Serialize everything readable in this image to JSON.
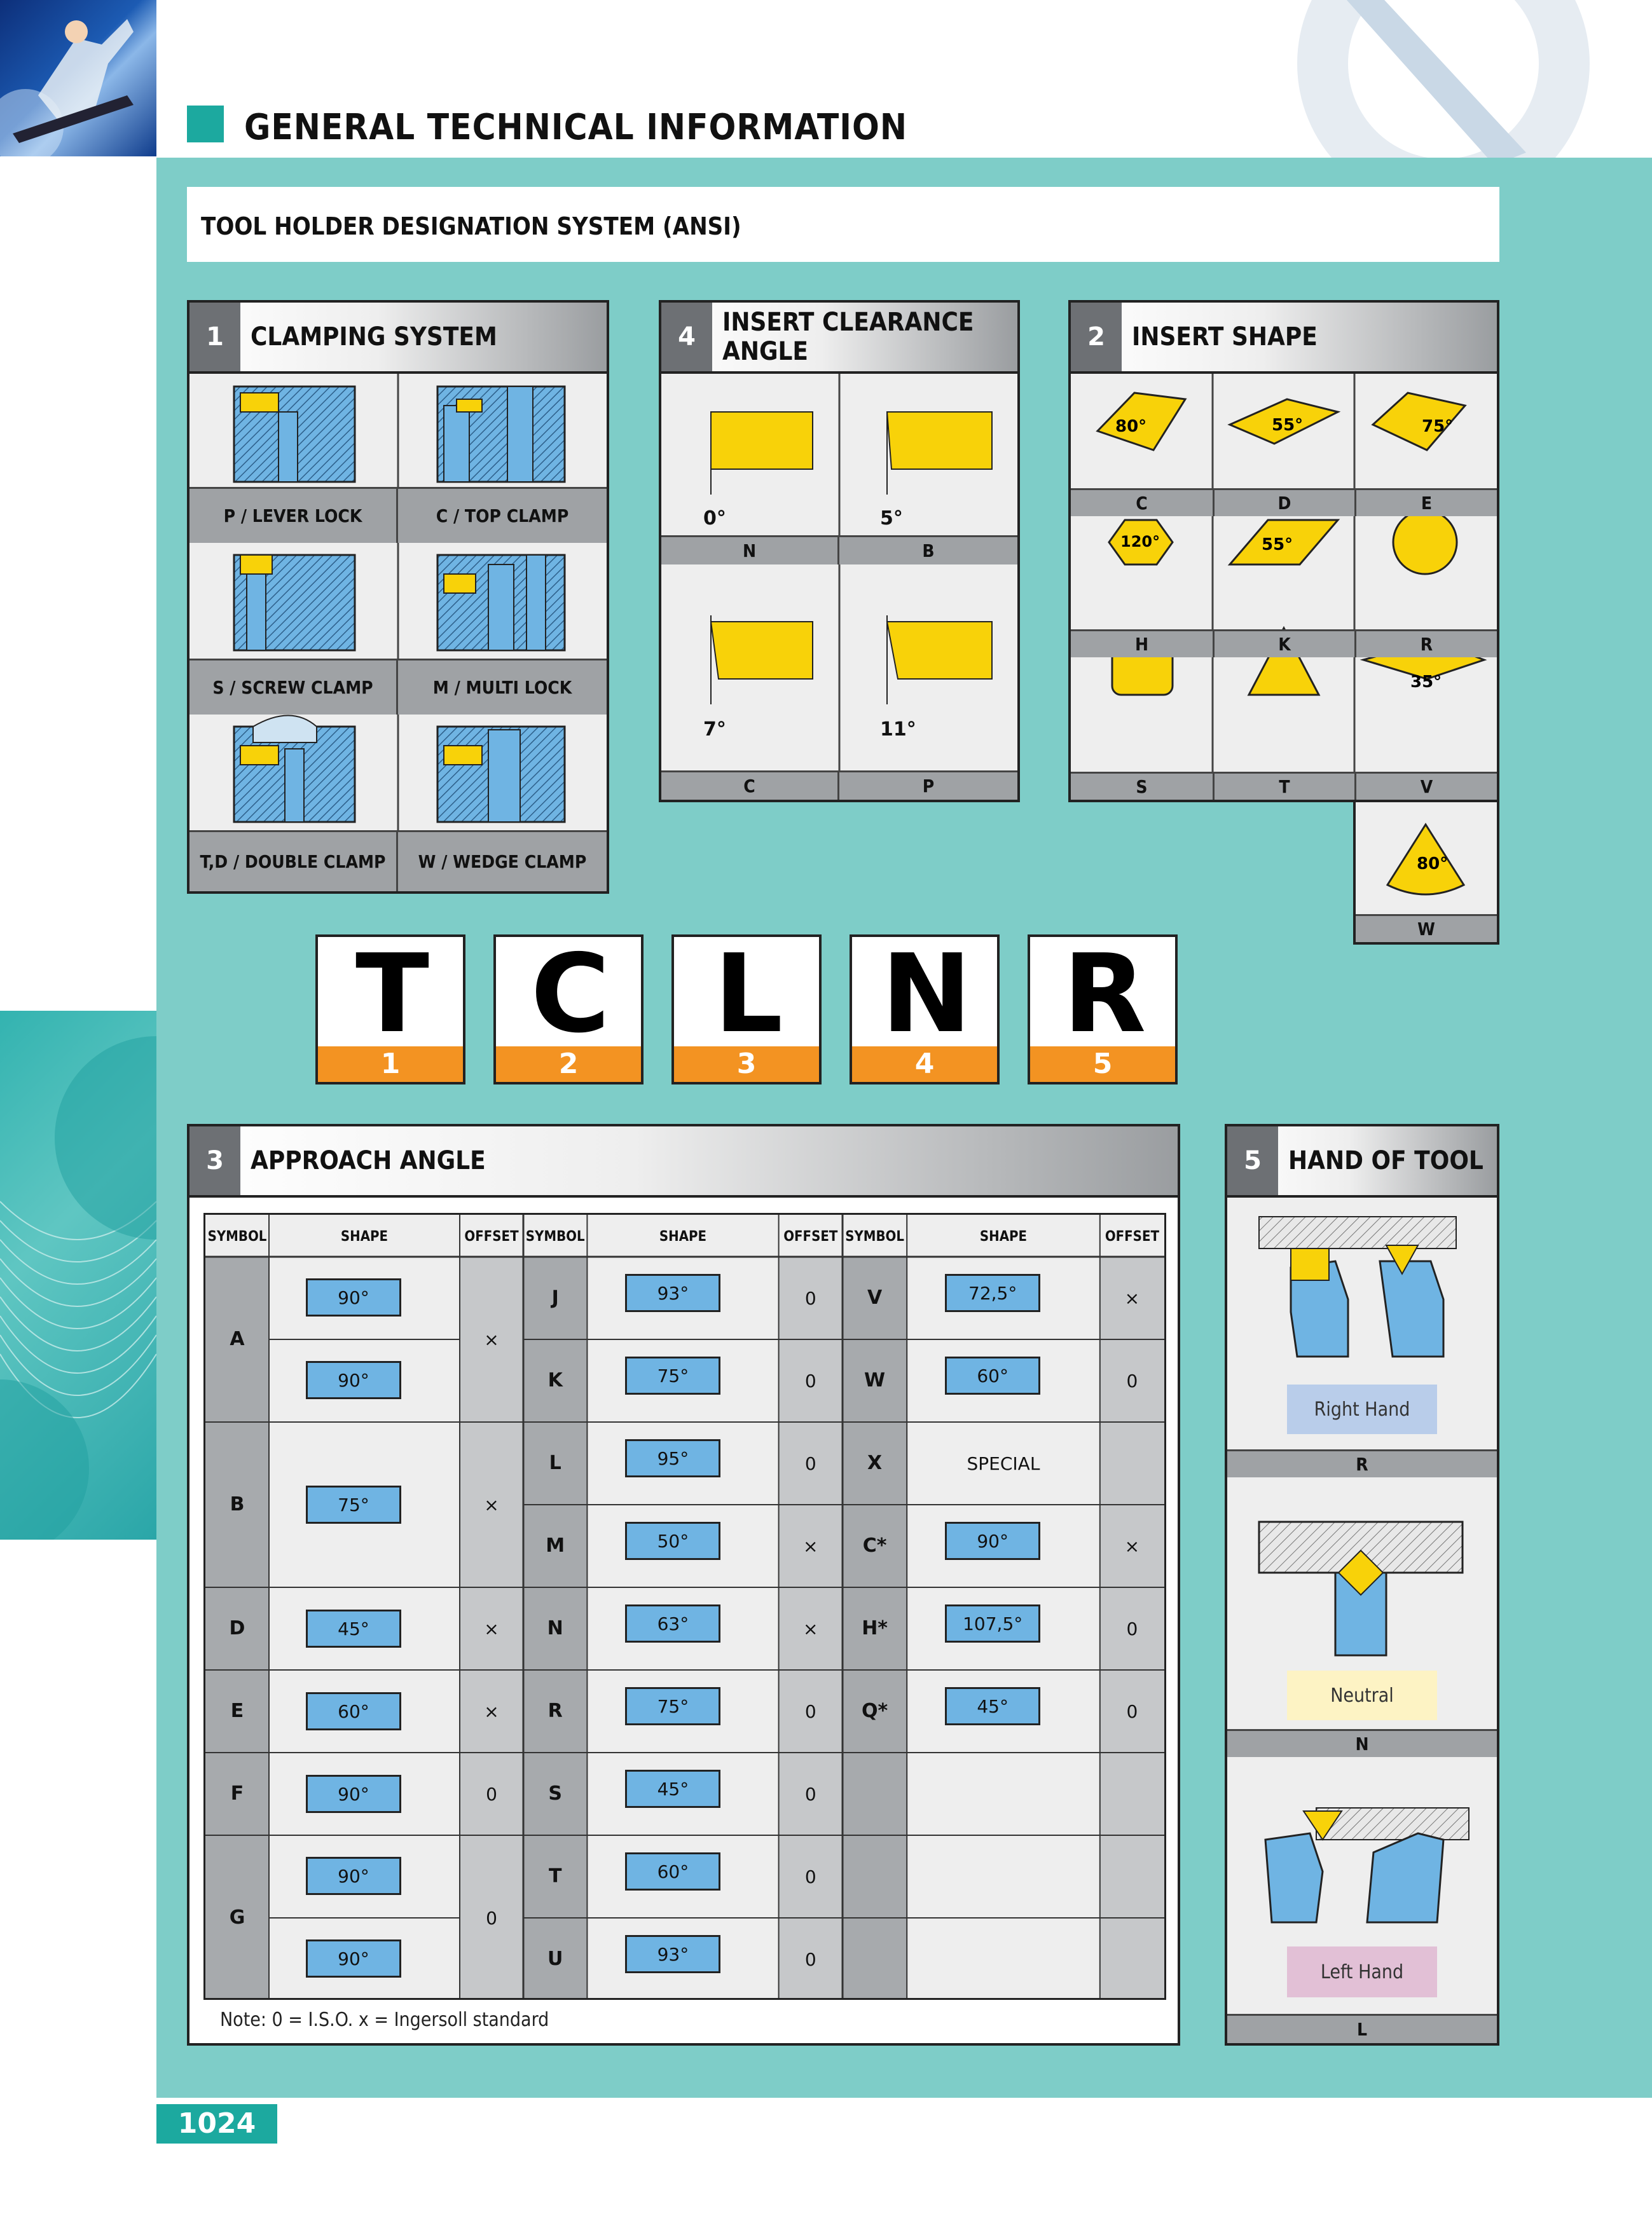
{
  "header": {
    "title": "GENERAL TECHNICAL INFORMATION"
  },
  "subtitle": "TOOL HOLDER DESIGNATION SYSTEM (ANSI)",
  "clamping": {
    "number": "1",
    "title": "CLAMPING SYSTEM",
    "items": [
      "P / LEVER LOCK",
      "C / TOP CLAMP",
      "S / SCREW CLAMP",
      "M / MULTI LOCK",
      "T,D / DOUBLE CLAMP",
      "W / WEDGE CLAMP"
    ]
  },
  "clearance": {
    "number": "4",
    "title": "INSERT CLEARANCE ANGLE",
    "items": [
      {
        "angle": "0°",
        "code": "N"
      },
      {
        "angle": "5°",
        "code": "B"
      },
      {
        "angle": "7°",
        "code": "C"
      },
      {
        "angle": "11°",
        "code": "P"
      }
    ]
  },
  "insert_shape": {
    "number": "2",
    "title": "INSERT SHAPE",
    "items": [
      {
        "code": "C",
        "angle": "80°"
      },
      {
        "code": "D",
        "angle": "55°"
      },
      {
        "code": "E",
        "angle": "75°"
      },
      {
        "code": "H",
        "angle": "120°"
      },
      {
        "code": "K",
        "angle": "55°"
      },
      {
        "code": "R",
        "angle": ""
      },
      {
        "code": "S",
        "angle": ""
      },
      {
        "code": "T",
        "angle": ""
      },
      {
        "code": "V",
        "angle": "35°"
      },
      {
        "code": "W",
        "angle": "80°"
      }
    ]
  },
  "designation": [
    {
      "letter": "T",
      "number": "1"
    },
    {
      "letter": "C",
      "number": "2"
    },
    {
      "letter": "L",
      "number": "3"
    },
    {
      "letter": "N",
      "number": "4"
    },
    {
      "letter": "R",
      "number": "5"
    }
  ],
  "approach": {
    "number": "3",
    "title": "APPROACH ANGLE",
    "headers": {
      "symbol": "SYMBOL",
      "shape": "SHAPE",
      "offset": "OFFSET"
    },
    "col1": [
      {
        "symbol": "A",
        "shapes": [
          "90°",
          "90°"
        ],
        "offset": "×",
        "rows": 2
      },
      {
        "symbol": "B",
        "shapes": [
          "75°"
        ],
        "offset": "×",
        "rows": 2
      },
      {
        "symbol": "D",
        "shapes": [
          "45°"
        ],
        "offset": "×",
        "rows": 1
      },
      {
        "symbol": "E",
        "shapes": [
          "60°"
        ],
        "offset": "×",
        "rows": 1
      },
      {
        "symbol": "F",
        "shapes": [
          "90°"
        ],
        "offset": "0",
        "rows": 1
      },
      {
        "symbol": "G",
        "shapes": [
          "90°",
          "90°"
        ],
        "offset": "0",
        "rows": 2
      }
    ],
    "col2": [
      {
        "symbol": "J",
        "shape": "93°",
        "offset": "0"
      },
      {
        "symbol": "K",
        "shape": "75°",
        "offset": "0"
      },
      {
        "symbol": "L",
        "shape": "95°",
        "offset": "0"
      },
      {
        "symbol": "M",
        "shape": "50°",
        "offset": "×"
      },
      {
        "symbol": "N",
        "shape": "63°",
        "offset": "×"
      },
      {
        "symbol": "R",
        "shape": "75°",
        "offset": "0"
      },
      {
        "symbol": "S",
        "shape": "45°",
        "offset": "0"
      },
      {
        "symbol": "T",
        "shape": "60°",
        "offset": "0"
      },
      {
        "symbol": "U",
        "shape": "93°",
        "offset": "0"
      }
    ],
    "col3": [
      {
        "symbol": "V",
        "shape": "72,5°",
        "offset": "×"
      },
      {
        "symbol": "W",
        "shape": "60°",
        "offset": "0"
      },
      {
        "symbol": "X",
        "shape": "SPECIAL",
        "offset": ""
      },
      {
        "symbol": "C*",
        "shape": "90°",
        "offset": "×"
      },
      {
        "symbol": "H*",
        "shape": "107,5°",
        "offset": "0"
      },
      {
        "symbol": "Q*",
        "shape": "45°",
        "offset": "0"
      }
    ],
    "note": "Note: 0 = I.S.O.  x = Ingersoll standard"
  },
  "hand": {
    "number": "5",
    "title": "HAND OF TOOL",
    "items": [
      {
        "label": "Right Hand",
        "code": "R",
        "color": "#b9cdea"
      },
      {
        "label": "Neutral",
        "code": "N",
        "color": "#fdf3c4"
      },
      {
        "label": "Left Hand",
        "code": "L",
        "color": "#e2c0d6"
      }
    ]
  },
  "page_number": "1024",
  "colors": {
    "teal": "#7ecdc8",
    "accent": "#1ca99f",
    "orange": "#f39322",
    "insert_yellow": "#f8d209",
    "tool_blue": "#6fb4e3"
  }
}
